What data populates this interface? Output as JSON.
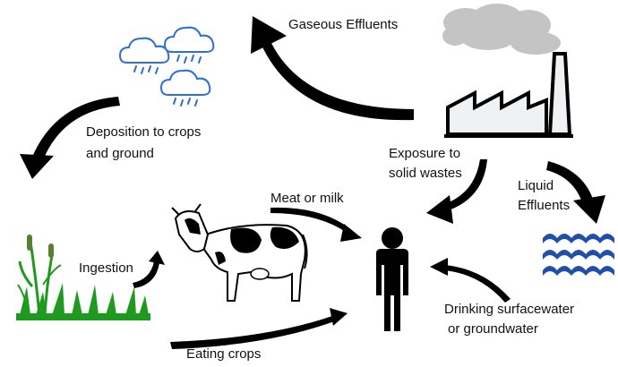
{
  "labels": {
    "gaseous": "Gaseous Effluents",
    "deposition_1": "Deposition to crops",
    "deposition_2": "and ground",
    "exposure_1": "Exposure to",
    "exposure_2": "solid wastes",
    "liquid_1": "Liquid",
    "liquid_2": "Effluents",
    "meat_milk": "Meat or milk",
    "ingestion": "Ingestion",
    "drinking_1": "Drinking surfacewater",
    "drinking_2": "or groundwater",
    "eating": "Eating crops"
  },
  "colors": {
    "arrow": "#000000",
    "smoke": "#c4c4c4",
    "rain": "#2f6fd4",
    "water": "#1f4fa8",
    "grass": "#1f9a1f",
    "factory_fill": "#eef2f5"
  },
  "icons": [
    "factory-icon",
    "smoke-cloud-icon",
    "rain-cloud-icon",
    "cow-icon",
    "person-icon",
    "grass-icon",
    "water-waves-icon"
  ]
}
